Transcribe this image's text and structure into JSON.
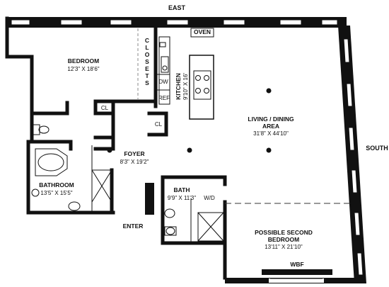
{
  "compass": {
    "north_edge": "EAST",
    "right_edge": "SOUTH"
  },
  "rooms": {
    "bedroom": {
      "name": "BEDROOM",
      "dims": "12'3\" X 18'6\""
    },
    "closets": {
      "name": "CLOSETS",
      "letters": [
        "C",
        "L",
        "O",
        "S",
        "E",
        "T",
        "S"
      ]
    },
    "kitchen": {
      "name": "KITCHEN",
      "dims": "9'10\" X 16'"
    },
    "living": {
      "line1": "LIVING / DINING",
      "line2": "AREA",
      "dims": "31'8\" X 44'10\""
    },
    "foyer": {
      "name": "FOYER",
      "dims": "8'3\" X 19'2\""
    },
    "bathroom": {
      "name": "BATHROOM",
      "dims": "13'5\" X 15'5\""
    },
    "bath": {
      "name": "BATH",
      "dims": "9'9\" X 11'3\""
    },
    "second_bedroom": {
      "line1": "POSSIBLE SECOND",
      "line2": "BEDROOM",
      "dims": "13'11\" X 21'10\""
    }
  },
  "fixtures": {
    "oven": "OVEN",
    "dw": "DW",
    "ref": "REF",
    "cl1": "CL",
    "cl2": "CL",
    "wd": "W/D",
    "wbf": "WBF"
  },
  "enter": "ENTER"
}
